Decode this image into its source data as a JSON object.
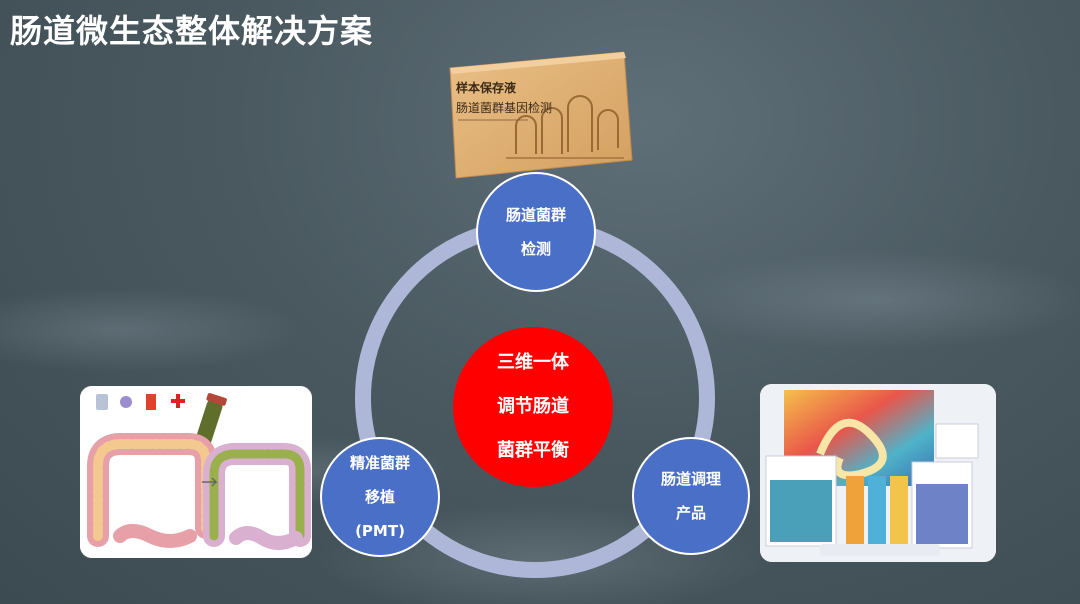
{
  "title": "肠道微生态整体解决方案",
  "center": {
    "lines": [
      "三维一体",
      "调节肠道",
      "菌群平衡"
    ]
  },
  "nodes": {
    "top": {
      "lines": [
        "肠道菌群",
        "检测"
      ]
    },
    "left": {
      "lines": [
        "精准菌群",
        "移植",
        "(PMT)"
      ]
    },
    "right": {
      "lines": [
        "肠道调理",
        "产品"
      ]
    }
  },
  "kit_box": {
    "line1": "样本保存液",
    "line2": "肠道菌群基因检测"
  },
  "colors": {
    "ring": "#aeb7d8",
    "node_fill": "#4a6fc7",
    "center_fill": "#ff0000",
    "title_text": "#ffffff"
  }
}
